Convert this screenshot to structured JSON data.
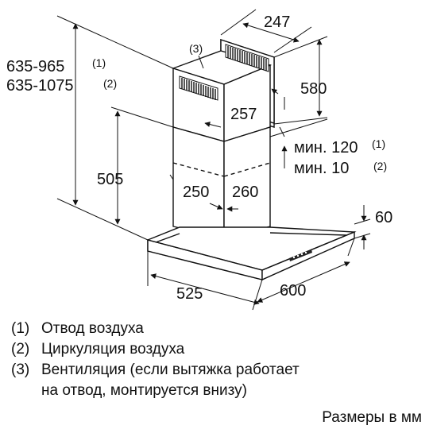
{
  "dimensions": {
    "chimney_width_top": "247",
    "chimney_height_upper": "580",
    "chimney_depth_upper": "257",
    "total_height_exhaust_label": "635-965",
    "total_height_exhaust_note": "(1)",
    "total_height_recirc_label": "635-1075",
    "total_height_recirc_note": "(2)",
    "lower_chimney_height": "505",
    "lower_chimney_width": "250",
    "lower_chimney_depth": "260",
    "min_gap_exhaust": "мин. 120",
    "min_gap_exhaust_note": "(1)",
    "min_gap_recirc": "мин. 10",
    "min_gap_recirc_note": "(2)",
    "canopy_height": "60",
    "hood_depth": "525",
    "hood_width": "600",
    "callout_3": "(3)"
  },
  "legend": [
    {
      "num": "(1)",
      "text": "Отвод воздуха"
    },
    {
      "num": "(2)",
      "text": "Циркуляция воздуха"
    },
    {
      "num": "(3)",
      "text": "Вентиляция (если вытяжка работает"
    },
    {
      "num": "",
      "text": "на отвод, монтируется внизу)"
    }
  ],
  "units_note": "Размеры в мм"
}
